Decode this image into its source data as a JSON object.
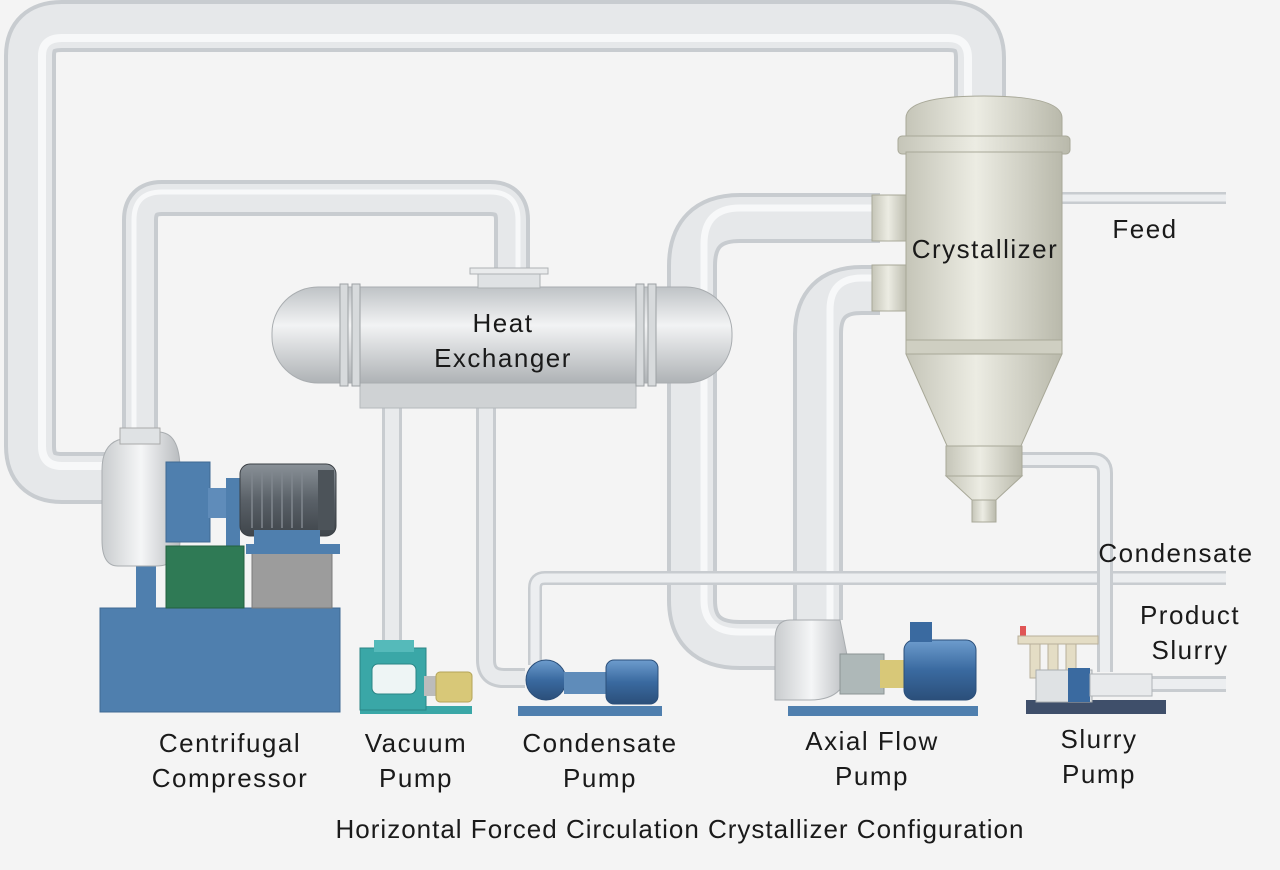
{
  "labels": {
    "heat_exchanger": [
      "Heat",
      "Exchanger"
    ],
    "crystallizer": "Crystallizer",
    "feed": "Feed",
    "condensate": "Condensate",
    "product_slurry": [
      "Product",
      "Slurry"
    ],
    "centrifugal_compressor": [
      "Centrifugal",
      "Compressor"
    ],
    "vacuum_pump": [
      "Vacuum",
      "Pump"
    ],
    "condensate_pump": [
      "Condensate",
      "Pump"
    ],
    "axial_flow_pump": [
      "Axial Flow",
      "Pump"
    ],
    "slurry_pump": [
      "Slurry",
      "Pump"
    ]
  },
  "caption": "Horizontal Forced Circulation Crystallizer Configuration",
  "colors": {
    "background": "#f4f4f4",
    "pipe": "#e2e5e8",
    "pipe_edge": "#c6cacd",
    "vessel": "#d8d8cc",
    "equipment_blue": "#4f7fae",
    "motor_grey": "#6a7178",
    "motor_blue": "#3a6aa0",
    "teal": "#3aa7a7",
    "green_block": "#2f7a55",
    "brass": "#d8c878"
  }
}
